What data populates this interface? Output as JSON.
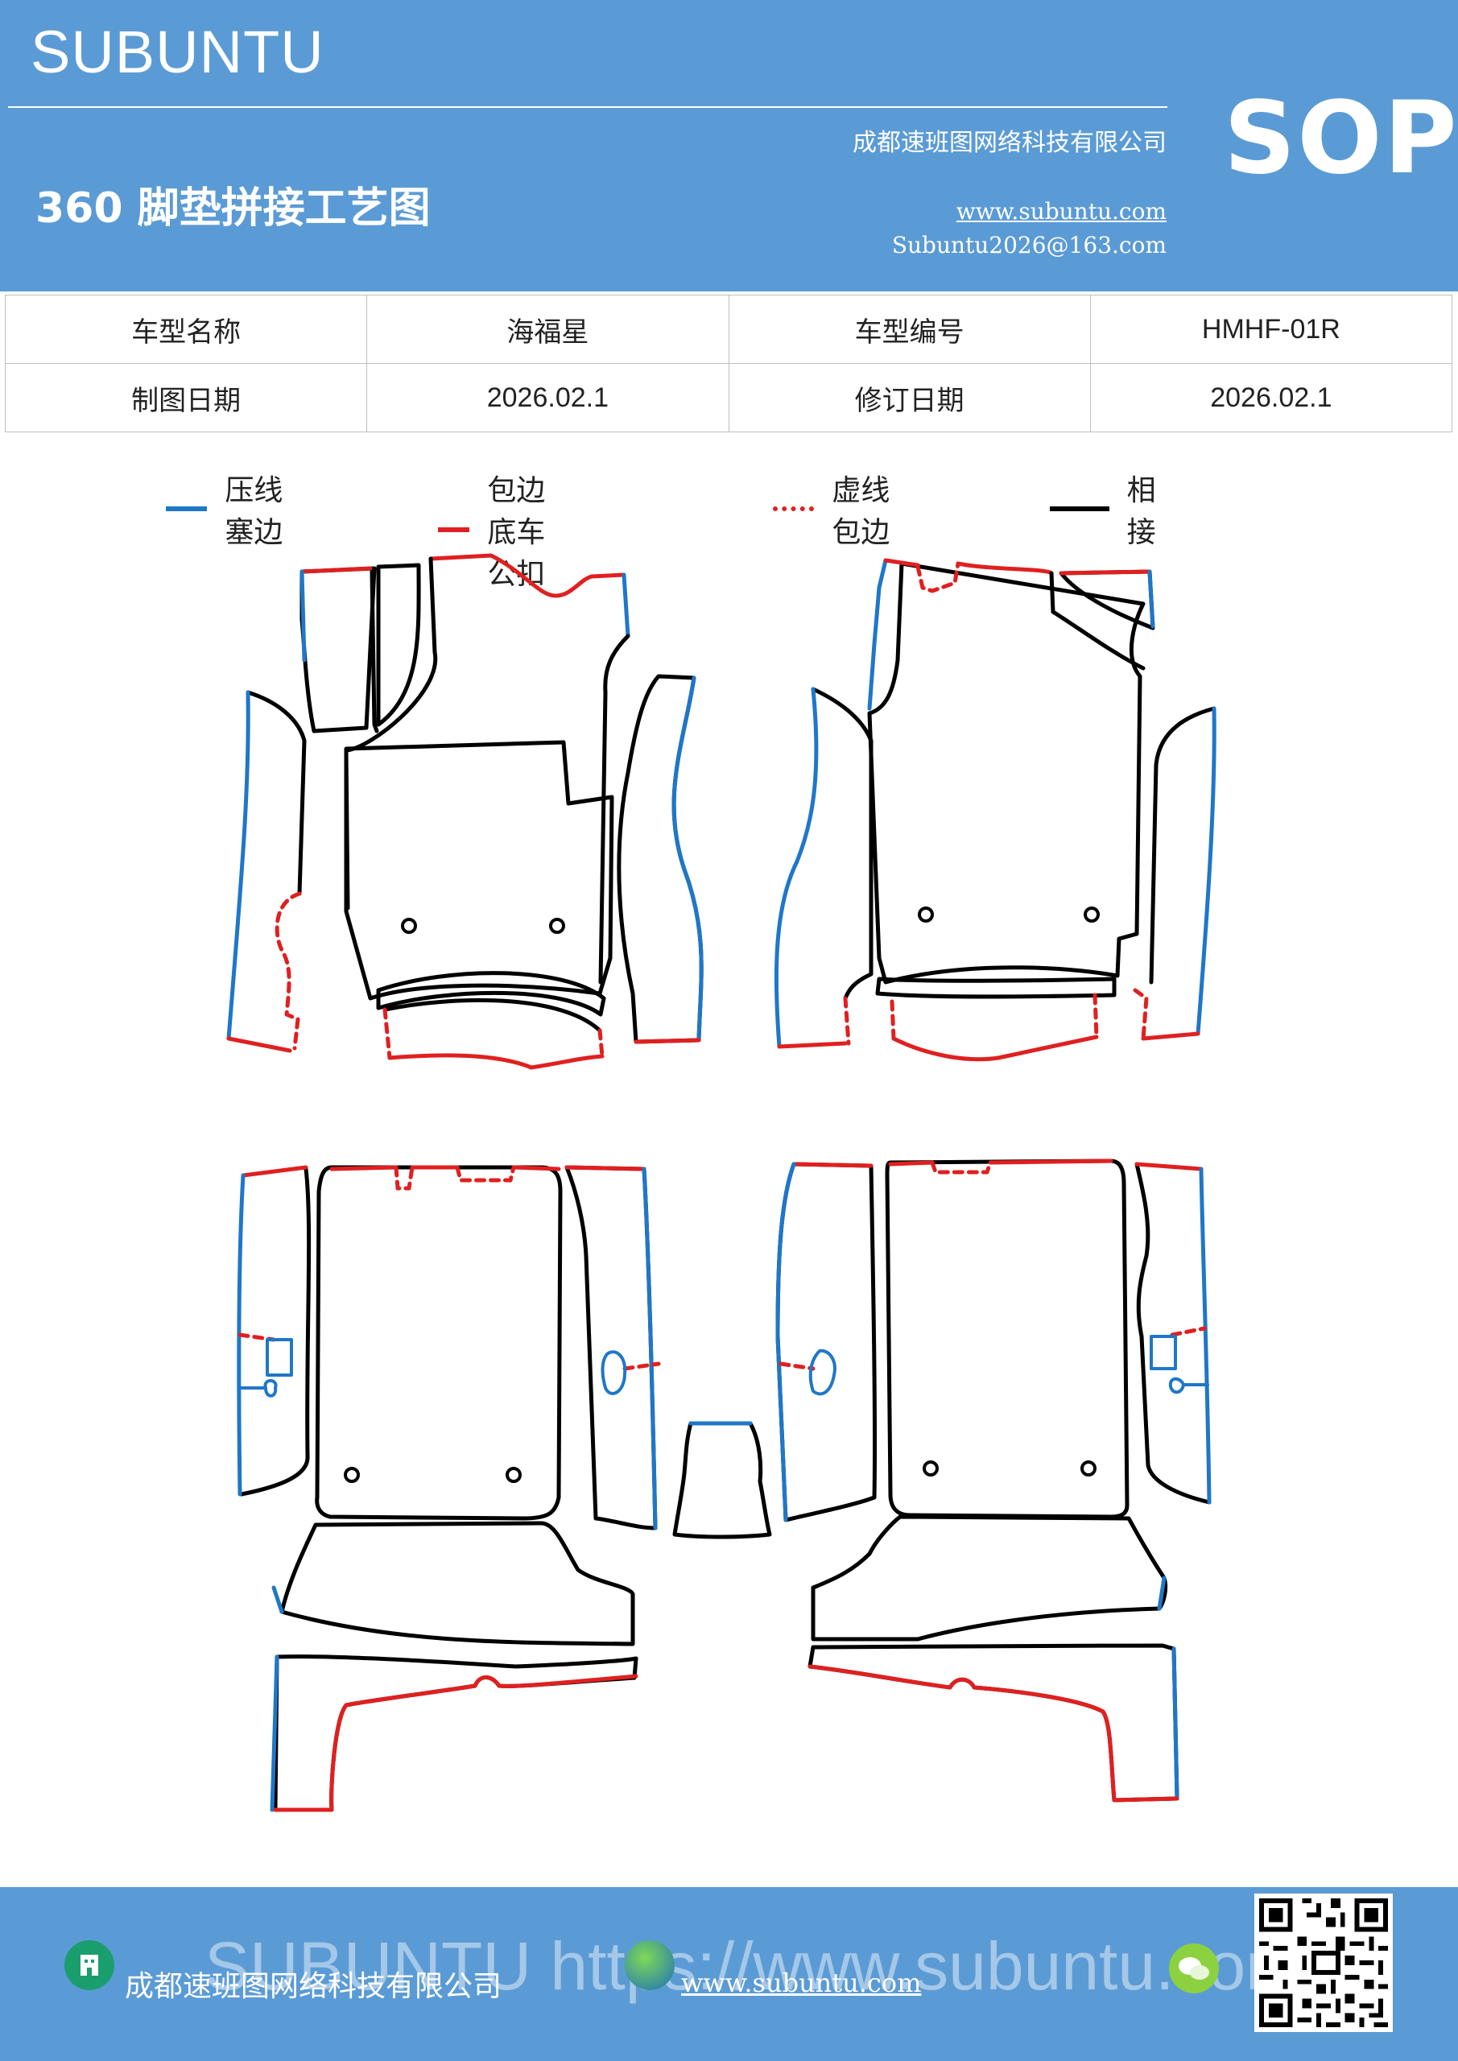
{
  "header": {
    "brand": "SUBUNTU",
    "company": "成都速班图网络科技有限公司",
    "title": "360 脚垫拼接工艺图",
    "website": "www.subuntu.com",
    "email": "Subuntu2026@163.com",
    "badge": "SOP"
  },
  "info_table": {
    "row1": [
      "车型名称",
      "海福星",
      "车型编号",
      "HMHF-01R"
    ],
    "row2": [
      "制图日期",
      "2026.02.1",
      "修订日期",
      "2026.02.1"
    ]
  },
  "legend": [
    {
      "label": "压线塞边",
      "style": "solid",
      "color": "#1f77c8"
    },
    {
      "label": "包边底车公扣",
      "style": "solid",
      "color": "#e02020"
    },
    {
      "label": "虚线包边",
      "style": "dotted",
      "color": "#e02020"
    },
    {
      "label": "相接",
      "style": "solid",
      "color": "#000000"
    }
  ],
  "footer": {
    "watermark": "SUBUNTU https://www.subuntu.com",
    "company": "成都速班图网络科技有限公司",
    "website": "www.subuntu.com"
  },
  "colors": {
    "header_bg": "#5b9bd5",
    "blue_line": "#1f77c8",
    "red_line": "#e02020",
    "black_line": "#000000"
  }
}
